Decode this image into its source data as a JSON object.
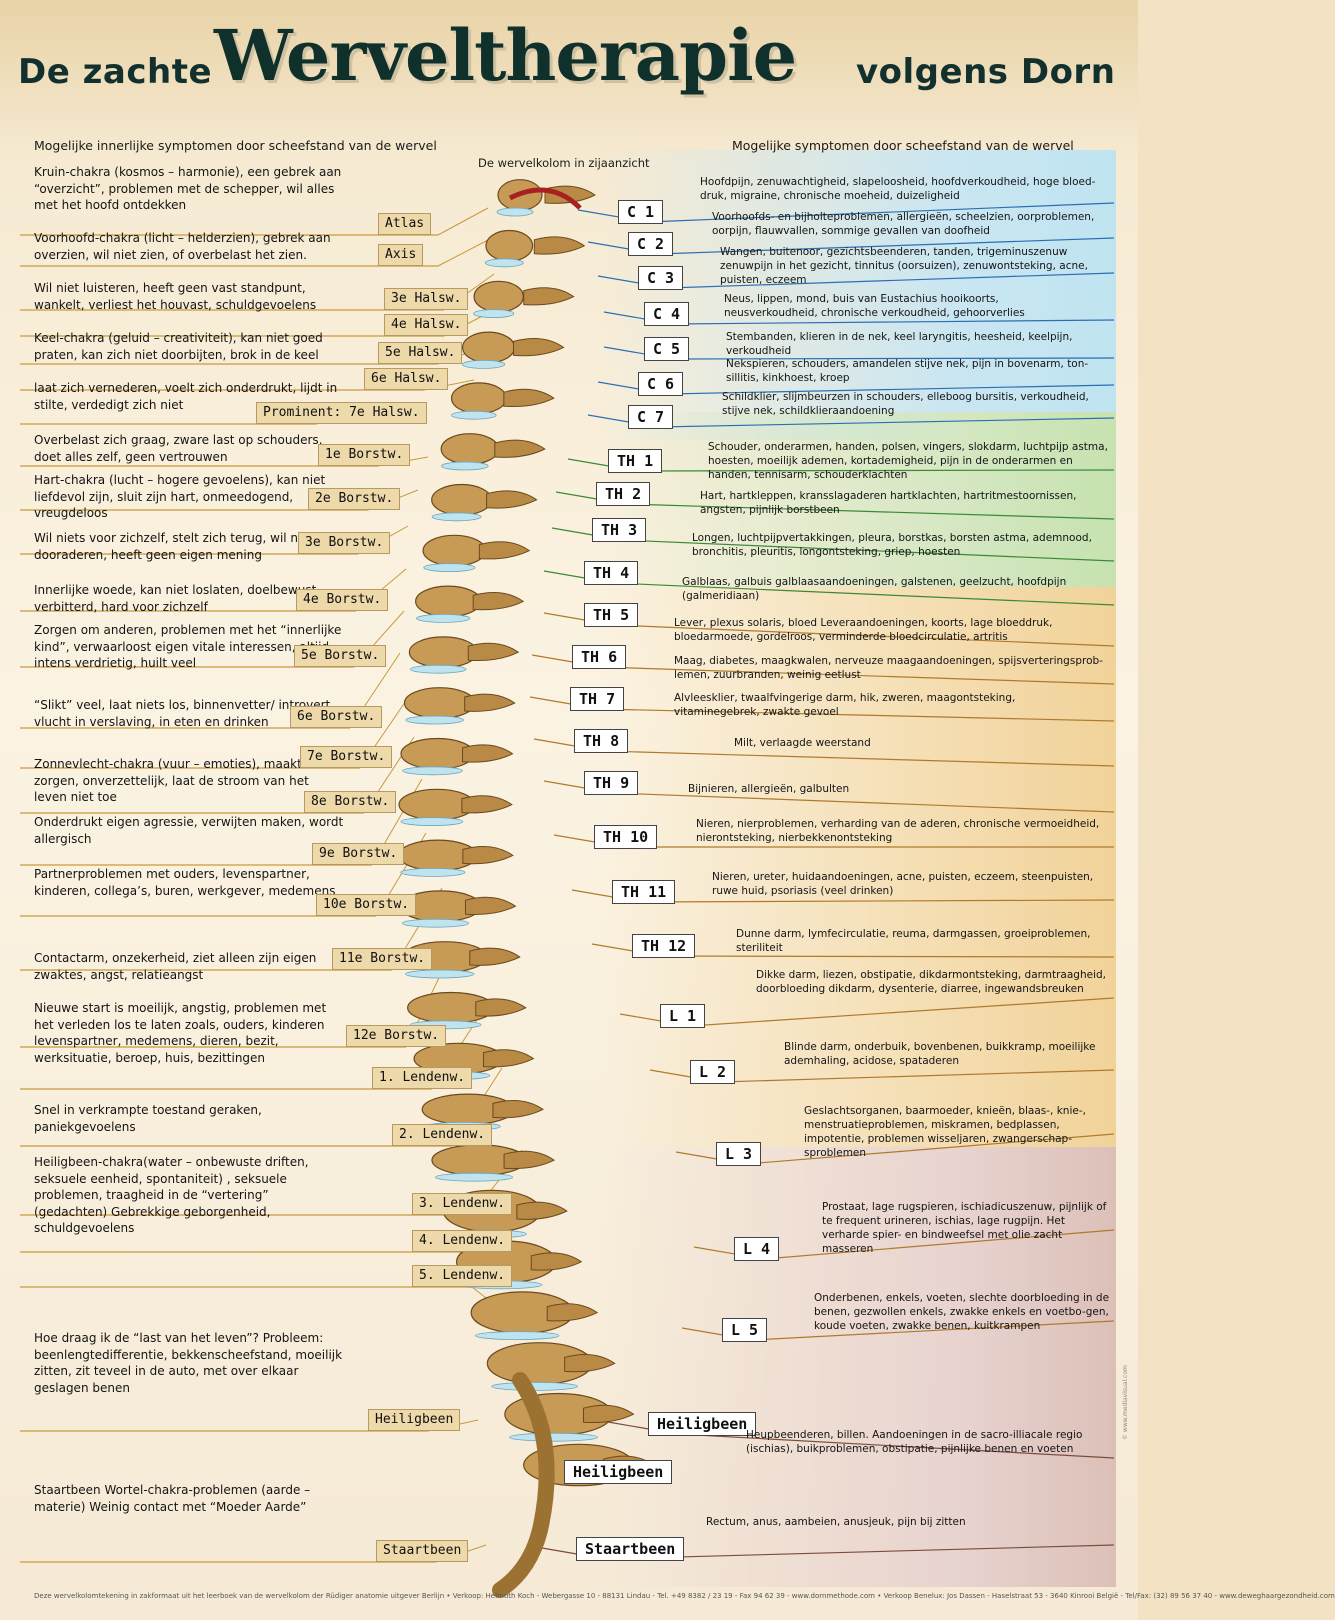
{
  "title": {
    "pre": "De zachte",
    "main": "Werveltherapie",
    "post": "volgens Dorn"
  },
  "headers": {
    "left": "Mogelijke innerlijke symptomen door scheefstand van de wervel",
    "center": "De wervelkolom in zijaanzicht",
    "right": "Mogelijke symptomen door scheefstand van de wervel"
  },
  "colors": {
    "title": "#10302c",
    "band_blue": "#c9e6f2",
    "band_green": "#d4e7c2",
    "band_orange": "#f4dcae",
    "band_mauve": "#e8d3cf",
    "spine_bone": "#c79a55",
    "disc": "#bfe3ef"
  },
  "vertebrae": [
    {
      "left_text": "Kruin-chakra (kosmos – harmonie), een gebrek aan “overzicht”, problemen met de schepper, wil alles met het hoofd ontdekken",
      "label": "Atlas",
      "code": "C 1",
      "right_text": "Hoofdpijn, zenuwachtigheid, slapeloosheid, hoofdverkoudheid, hoge bloed-druk, migraine, chronische moeheid, duizeligheid"
    },
    {
      "left_text": "Voorhoofd-chakra (licht – helderzien), gebrek aan overzien, wil niet zien, of overbelast het zien.",
      "label": "Axis",
      "code": "C 2",
      "right_text": "Voorhoofds- en bijholteproblemen, allergieën, scheelzien, oorproblemen, oorpijn, flauwvallen, sommige gevallen van doofheid"
    },
    {
      "left_text": "Wil niet luisteren, heeft geen vast standpunt, wankelt, verliest het houvast, schuldgevoelens",
      "label": "3e Halsw.",
      "code": "C 3",
      "right_text": "Wangen, buitenoor, gezichtsbeenderen, tanden, trigeminuszenuw zenuwpijn in het gezicht, tinnitus (oorsuizen), zenuwontsteking, acne, puisten, eczeem"
    },
    {
      "left_text": "Keel-chakra (geluid – creativiteit), kan niet goed praten, kan zich niet doorbijten, brok in de keel",
      "label": "4e Halsw.",
      "code": "C 4",
      "right_text": "Neus, lippen, mond, buis van Eustachius hooikoorts, neusverkoudheid, chronische verkoudheid, gehoorverlies"
    },
    {
      "left_text": "",
      "label": "5e Halsw.",
      "code": "C 5",
      "right_text": "Stembanden, klieren in de nek, keel laryngitis, heesheid, keelpijn, verkoudheid"
    },
    {
      "left_text": "laat zich vernederen, voelt zich onderdrukt, lijdt in stilte, verdedigt zich niet",
      "label": "6e Halsw.",
      "code": "C 6",
      "right_text": "Nekspieren, schouders, amandelen stijve nek, pijn in bovenarm, ton-sillitis, kinkhoest, kroep"
    },
    {
      "left_text": "",
      "label": "Prominent: 7e Halsw.",
      "code": "C 7",
      "right_text": "Schildklier, slijmbeurzen in schouders, elleboog bursitis, verkoudheid, stijve nek, schildklieraandoening"
    },
    {
      "left_text": "Overbelast zich graag, zware last op schouders, doet alles zelf, geen vertrouwen",
      "label": "1e Borstw.",
      "code": "TH 1",
      "right_text": "Schouder, onderarmen, handen, polsen, vingers, slokdarm, luchtpijp astma, hoesten, moeilijk ademen, kortademigheid, pijn in de onderarmen en handen, tennisarm, schouderklachten"
    },
    {
      "left_text": "Hart-chakra (lucht – hogere gevoelens), kan niet liefdevol zijn, sluit zijn hart, onmeedogend, vreugdeloos",
      "label": "2e Borstw.",
      "code": "TH 2",
      "right_text": "Hart, hartkleppen, kransslagaderen hartklachten, hartritmestoornissen, angsten, pijnlijk borstbeen"
    },
    {
      "left_text": "Wil niets voor zichzelf, stelt zich terug, wil niet dooraderen, heeft geen eigen mening",
      "label": "3e Borstw.",
      "code": "TH 3",
      "right_text": "Longen, luchtpijpvertakkingen, pleura, borstkas, borsten astma, ademnood, bronchitis, pleuritis, longontsteking, griep, hoesten"
    },
    {
      "left_text": "Innerlijke woede, kan niet loslaten, doelbewust, verbitterd, hard voor zichzelf",
      "label": "4e Borstw.",
      "code": "TH 4",
      "right_text": "Galblaas, galbuis galblaasaandoeningen, galstenen, geelzucht, hoofdpijn (galmeridiaan)"
    },
    {
      "left_text": "Zorgen om anderen, problemen met het “innerlijke kind”, verwaarloost eigen vitale interessen, altijd intens verdrietig, huilt veel",
      "label": "5e Borstw.",
      "code": "TH 5",
      "right_text": "Lever, plexus solaris, bloed Leveraandoeningen, koorts, lage bloeddruk, bloedarmoede, gordelroos, verminderde bloedcirculatie, artritis"
    },
    {
      "left_text": "“Slikt” veel, laat niets los, binnenvetter/ introvert, vlucht in verslaving, in eten en drinken",
      "label": "6e Borstw.",
      "code": "TH 6",
      "right_text": "Maag, diabetes, maagkwalen, nerveuze maagaandoeningen, spijsverteringsprob-lemen, zuurbranden, weinig eetlust"
    },
    {
      "left_text": "Zonnevlecht-chakra (vuur – emoties), maakt zich zorgen, onverzettelijk, laat de stroom van het leven niet toe",
      "label": "7e Borstw.",
      "code": "TH 7",
      "right_text": "Alvleesklier, twaalfvingerige darm, hik, zweren, maagontsteking, vitaminegebrek, zwakte gevoel"
    },
    {
      "left_text": "",
      "label": "8e Borstw.",
      "code": "TH 8",
      "right_text": "Milt, verlaagde weerstand"
    },
    {
      "left_text": "Onderdrukt eigen agressie, verwijten maken, wordt allergisch",
      "label": "9e Borstw.",
      "code": "TH 9",
      "right_text": "Bijnieren, allergieën, galbulten"
    },
    {
      "left_text": "Partnerproblemen met ouders, levenspartner, kinderen, collega’s, buren, werkgever, medemens",
      "label": "10e Borstw.",
      "code": "TH 10",
      "right_text": "Nieren, nierproblemen, verharding van de aderen, chronische vermoeidheid, nierontsteking, nierbekkenontsteking"
    },
    {
      "left_text": "",
      "label": "11e Borstw.",
      "code": "TH 11",
      "right_text": "Nieren, ureter, huidaandoeningen, acne, puisten, eczeem, steenpuisten, ruwe huid, psoriasis (veel drinken)"
    },
    {
      "left_text": "Contactarm, onzekerheid, ziet alleen zijn eigen zwaktes, angst, relatieangst",
      "label": "12e Borstw.",
      "code": "TH 12",
      "right_text": "Dunne darm, lymfecirculatie, reuma, darmgassen, groeiproblemen, steriliteit"
    },
    {
      "left_text": "Nieuwe start is moeilijk, angstig, problemen met het verleden los te laten zoals, ouders, kinderen levenspartner, medemens, dieren, bezit, werksituatie, beroep, huis, bezittingen",
      "label": "1. Lendenw.",
      "code": "L 1",
      "right_text": "Dikke darm, liezen, obstipatie, dikdarmontsteking, darmtraagheid, doorbloeding dikdarm, dysenterie, diarree, ingewandsbreuken"
    },
    {
      "left_text": "Snel in verkrampte toestand geraken, paniekgevoelens",
      "label": "2. Lendenw.",
      "code": "L 2",
      "right_text": "Blinde darm, onderbuik, bovenbenen, buikkramp, moeilijke ademhaling, acidose, spataderen"
    },
    {
      "left_text": "Heiligbeen-chakra(water – onbewuste driften, seksuele eenheid, spontaniteit) , seksuele problemen, traagheid in de “vertering” (gedachten) Gebrekkige geborgenheid, schuldgevoelens",
      "label": "3. Lendenw.",
      "code": "L 3",
      "right_text": "Geslachtsorganen, baarmoeder, knieën, blaas-, knie-, menstruatieproblemen, miskramen, bedplassen, impotentie, problemen wisseljaren, zwangerschap-sproblemen"
    },
    {
      "left_text": "",
      "label": "4. Lendenw.",
      "code": "L 4",
      "right_text": "Prostaat, lage rugspieren, ischiadicuszenuw, pijnlijk of te frequent urineren, ischias, lage rugpijn. Het verharde spier- en bindweefsel met olie zacht masseren"
    },
    {
      "left_text": "",
      "label": "5. Lendenw.",
      "code": "L 5",
      "right_text": "Onderbenen, enkels, voeten, slechte doorbloeding in de benen, gezwollen enkels, zwakke enkels en voetbo-gen, koude voeten, zwakke benen, kuitkrampen"
    },
    {
      "left_text": "Hoe draag ik de “last van het leven”? Probleem: beenlengtedifferentie, bekkenscheefstand, moeilijk zitten, zit teveel in de auto, met over elkaar geslagen benen",
      "label": "Heiligbeen",
      "code": "Heiligbeen",
      "right_text": "Heupbeenderen, billen. Aandoeningen in de sacro-illiacale regio (ischias), buikproblemen, obstipatie, pijnlijke benen en voeten"
    },
    {
      "left_text": "Staartbeen Wortel-chakra-problemen (aarde – materie) Weinig contact met “Moeder Aarde”",
      "label": "Staartbeen",
      "code": "Staartbeen",
      "right_text": "Rectum, anus, aambeien, anusjeuk, pijn bij zitten"
    }
  ],
  "extra_box": "Heiligbeen",
  "footer": "Deze wervelkolomtekening in zakformaat uit het leerboek van de wervelkolom der Rüdiger anatomie uitgever Berlijn  •  Verkoop: Helmuth Koch - Webergasse 10 - 88131 Lindau - Tel. +49 8382 / 23 19 - Fax 94 62 39 - www.dornmethode.com  •  Verkoop Benelux: Jos Dassen - Haselstraat 53 - 3640 Kinrooi België - Tel/Fax: (32) 89 56 37 40 - www.deweghaargezondheid.com",
  "side_credit": "© www.mediavisual.com"
}
